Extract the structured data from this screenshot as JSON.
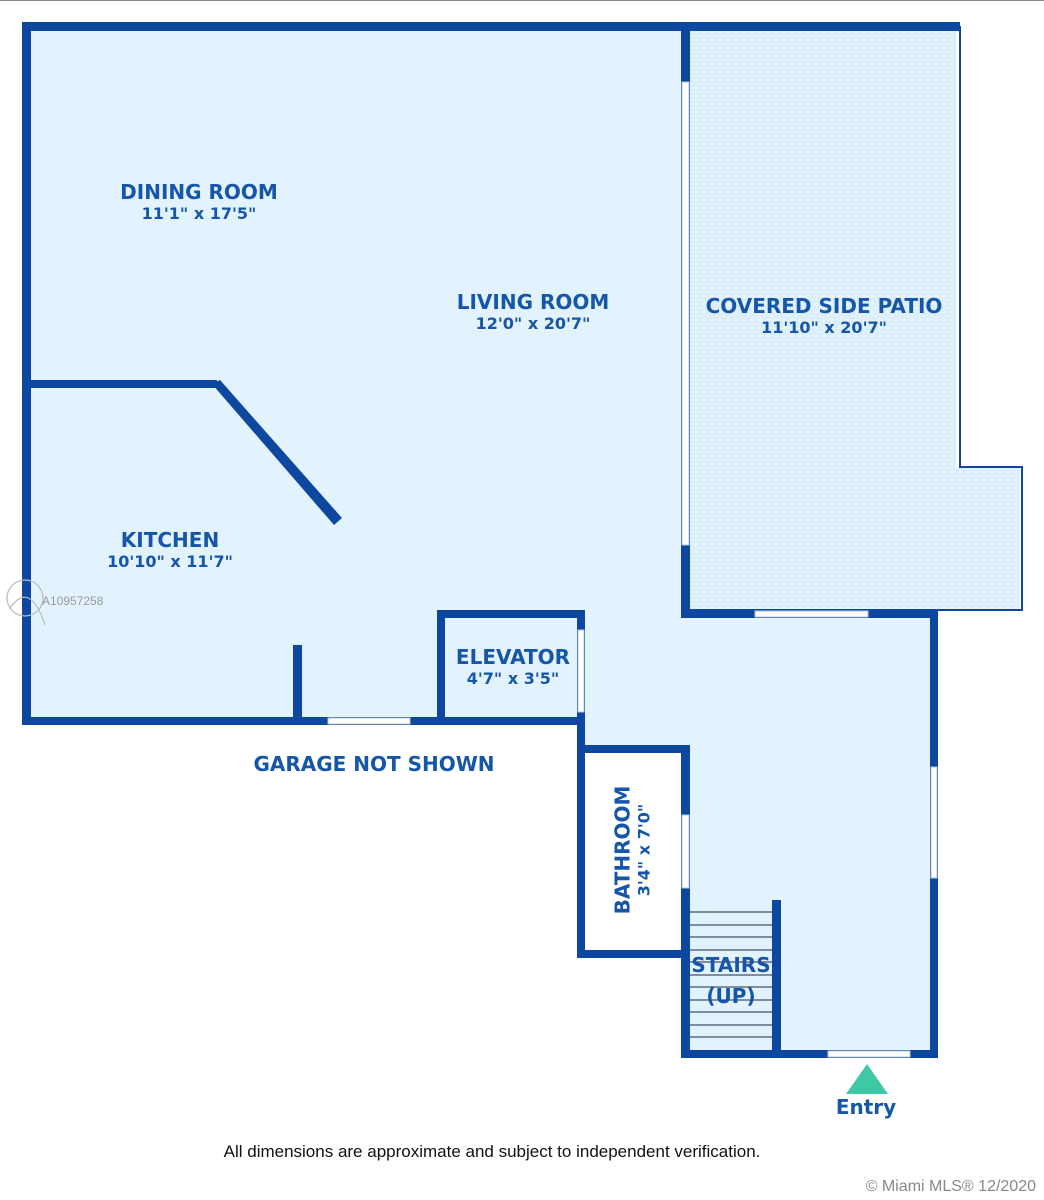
{
  "rooms": {
    "dining": {
      "name": "DINING ROOM",
      "dim": "11'1\" x 17'5\""
    },
    "living": {
      "name": "LIVING ROOM",
      "dim": "12'0\" x 20'7\""
    },
    "patio": {
      "name": "COVERED SIDE PATIO",
      "dim": "11'10\" x 20'7\""
    },
    "kitchen": {
      "name": "KITCHEN",
      "dim": "10'10\" x 11'7\""
    },
    "elevator": {
      "name": "ELEVATOR",
      "dim": "4'7\" x 3'5\""
    },
    "bathroom": {
      "name": "BATHROOM",
      "dim": "3'4\" x 7'0\""
    },
    "stairs": {
      "name": "STAIRS",
      "sub": "(UP)"
    }
  },
  "garage_note": "GARAGE NOT SHOWN",
  "entry_label": "Entry",
  "disclaimer": "All dimensions are approximate and subject to independent verification.",
  "watermark_id": "A10957258",
  "copyright": "© Miami MLS® 12/2020",
  "colors": {
    "wall": "#0d479f",
    "floor": "#e3f3fd",
    "text": "#1656a8",
    "entry": "#3ec9a4"
  }
}
